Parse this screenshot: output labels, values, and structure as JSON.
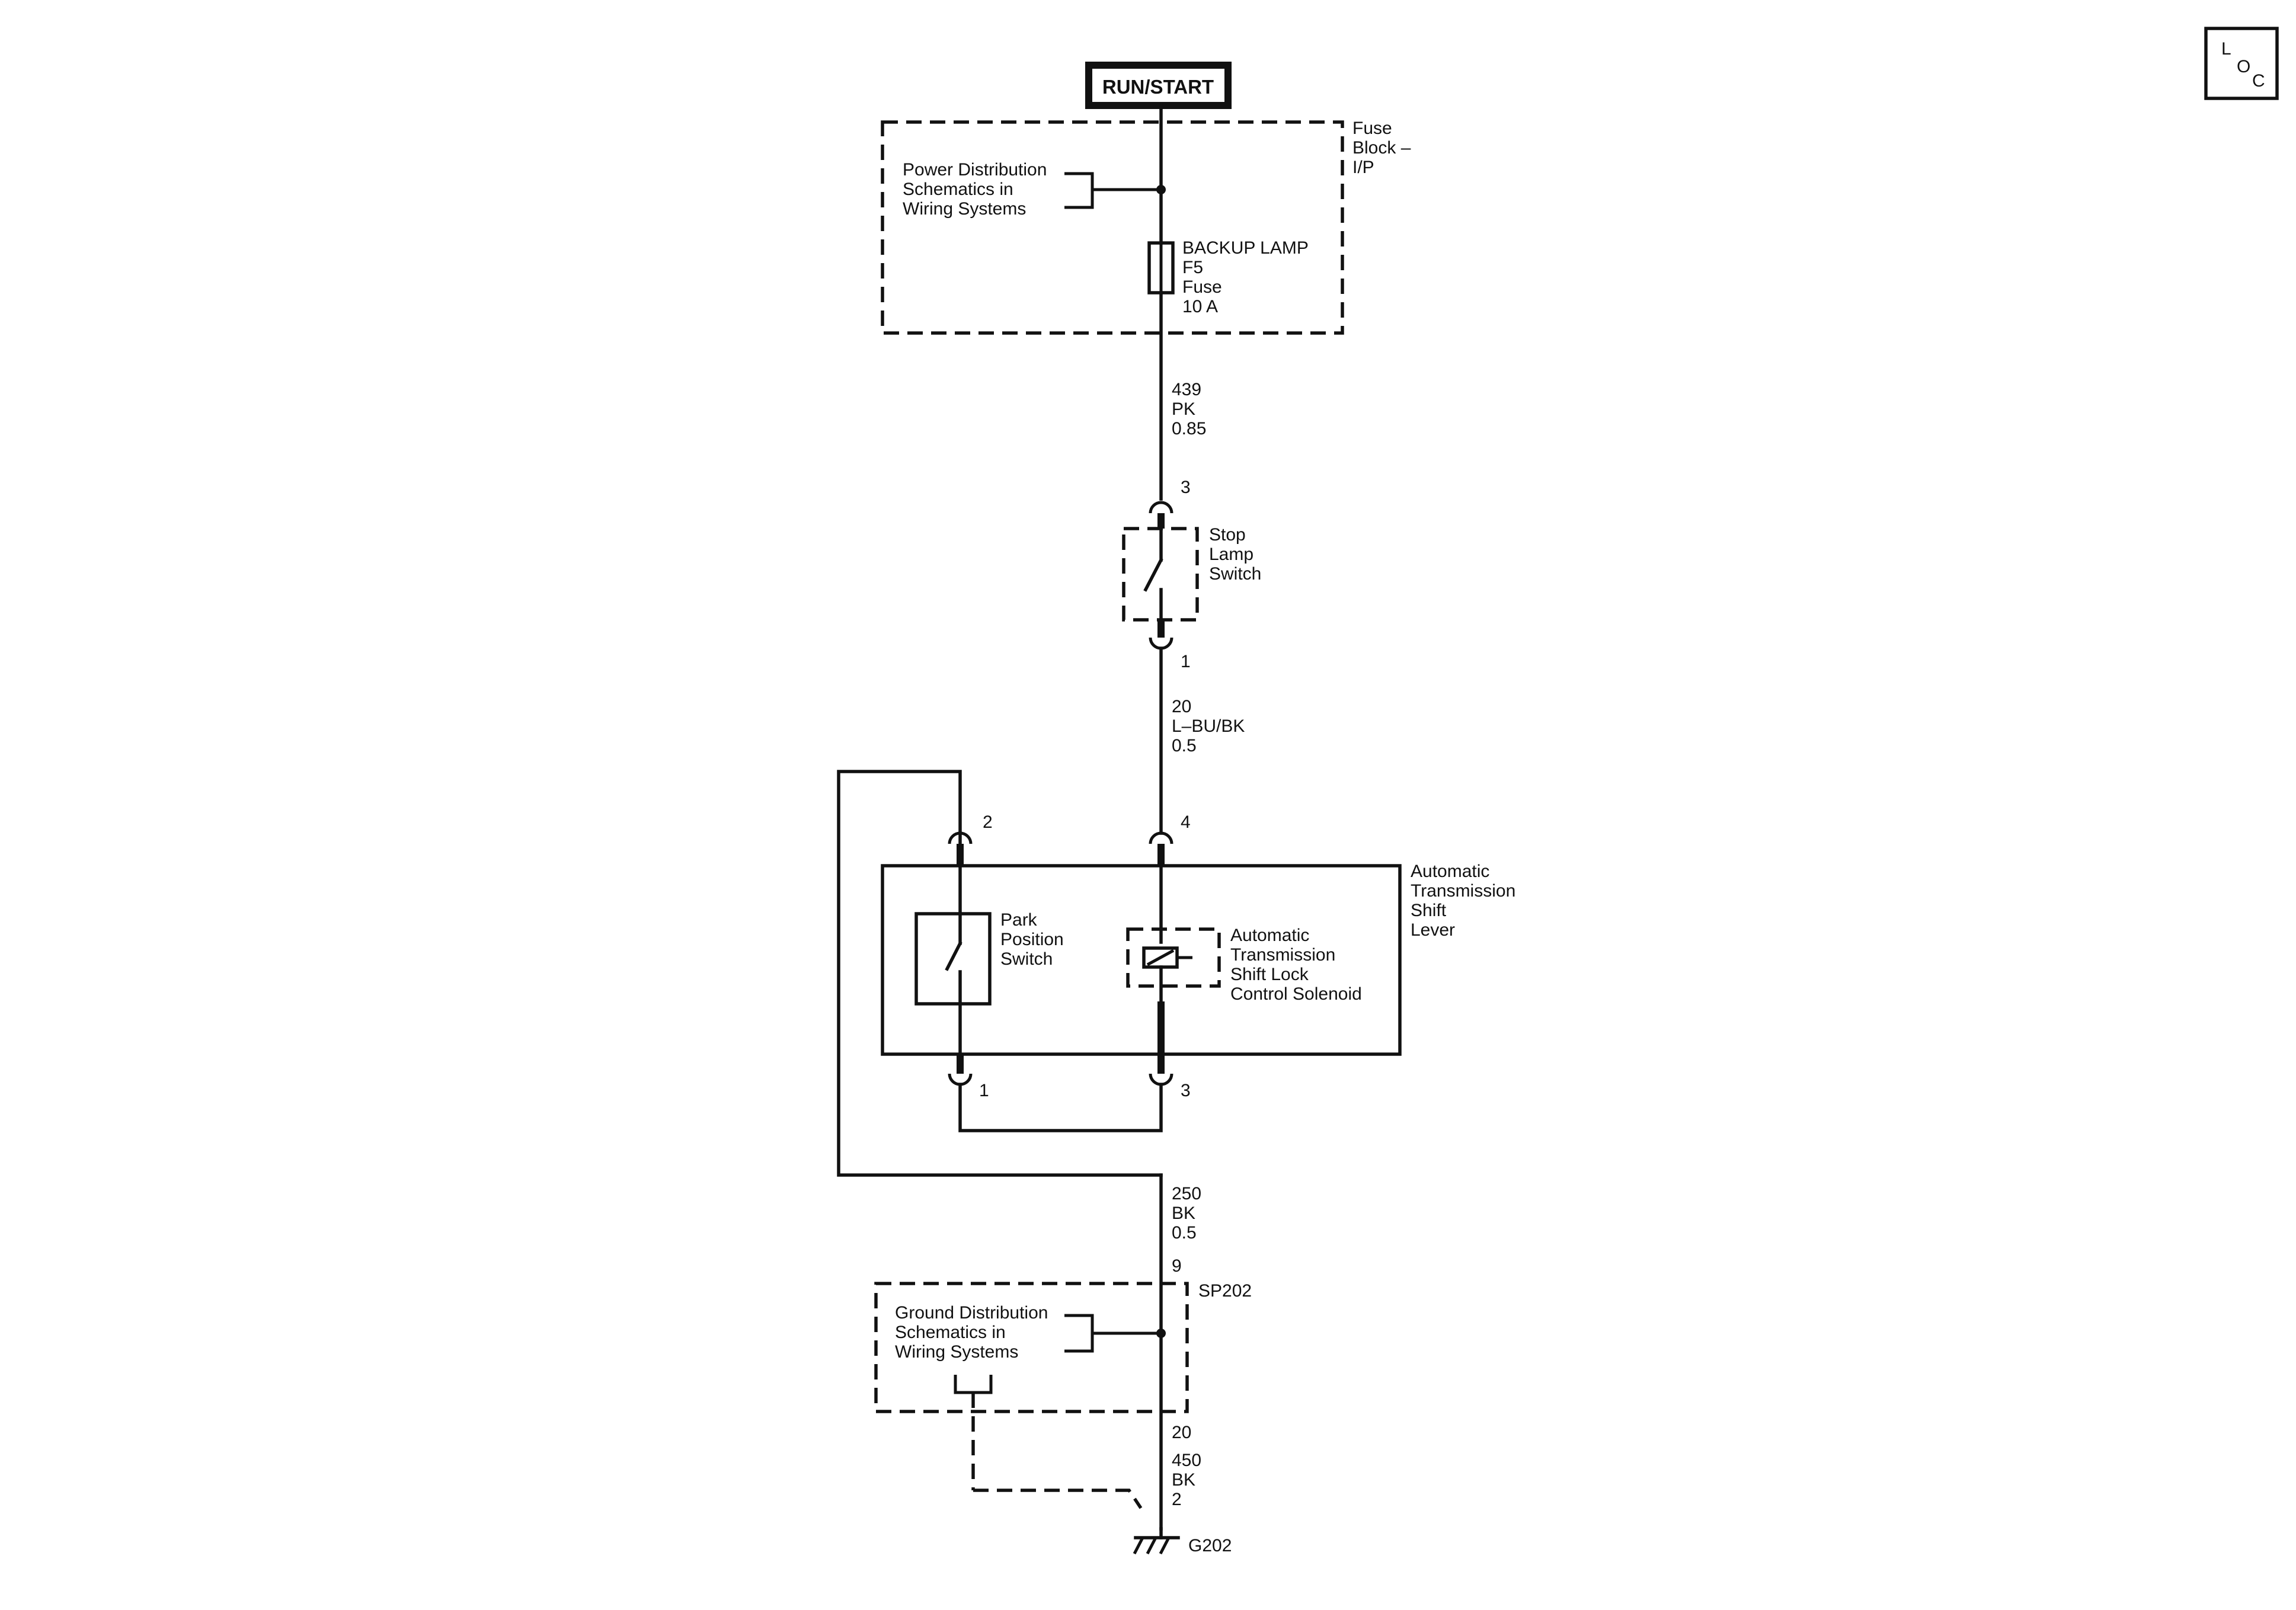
{
  "power": {
    "label": "RUN/START"
  },
  "fuse_block": {
    "label": [
      "Fuse",
      "Block –",
      "I/P"
    ]
  },
  "power_dist_ref": {
    "label": [
      "Power Distribution",
      "Schematics in",
      "Wiring Systems"
    ]
  },
  "fuse": {
    "label": [
      "BACKUP LAMP",
      "F5",
      "Fuse",
      "10 A"
    ]
  },
  "wire_pk": {
    "label": [
      "439",
      "PK",
      "0.85"
    ]
  },
  "stop_lamp_switch": {
    "label": [
      "Stop",
      "Lamp",
      "Switch"
    ],
    "pin_top": "3",
    "pin_bottom": "1"
  },
  "wire_lbu": {
    "label": [
      "20",
      "L–BU/BK",
      "0.5"
    ]
  },
  "shift_lever": {
    "label": [
      "Automatic",
      "Transmission",
      "Shift",
      "Lever"
    ],
    "pin_park_top": "2",
    "pin_sol_top": "4",
    "pin_park_bottom": "1",
    "pin_sol_bottom": "3"
  },
  "park_switch": {
    "label": [
      "Park",
      "Position",
      "Switch"
    ]
  },
  "solenoid": {
    "label": [
      "Automatic",
      "Transmission",
      "Shift Lock",
      "Control Solenoid"
    ]
  },
  "wire_bk250": {
    "label": [
      "250",
      "BK",
      "0.5"
    ]
  },
  "splice": {
    "pin_in": "9",
    "label": "SP202",
    "pin_out": "20"
  },
  "ground_dist_ref": {
    "label": [
      "Ground Distribution",
      "Schematics in",
      "Wiring Systems"
    ]
  },
  "wire_bk450": {
    "label": [
      "450",
      "BK",
      "2"
    ]
  },
  "ground": {
    "label": "G202"
  },
  "loc_badge": {
    "l": "L",
    "o": "O",
    "c": "C"
  }
}
